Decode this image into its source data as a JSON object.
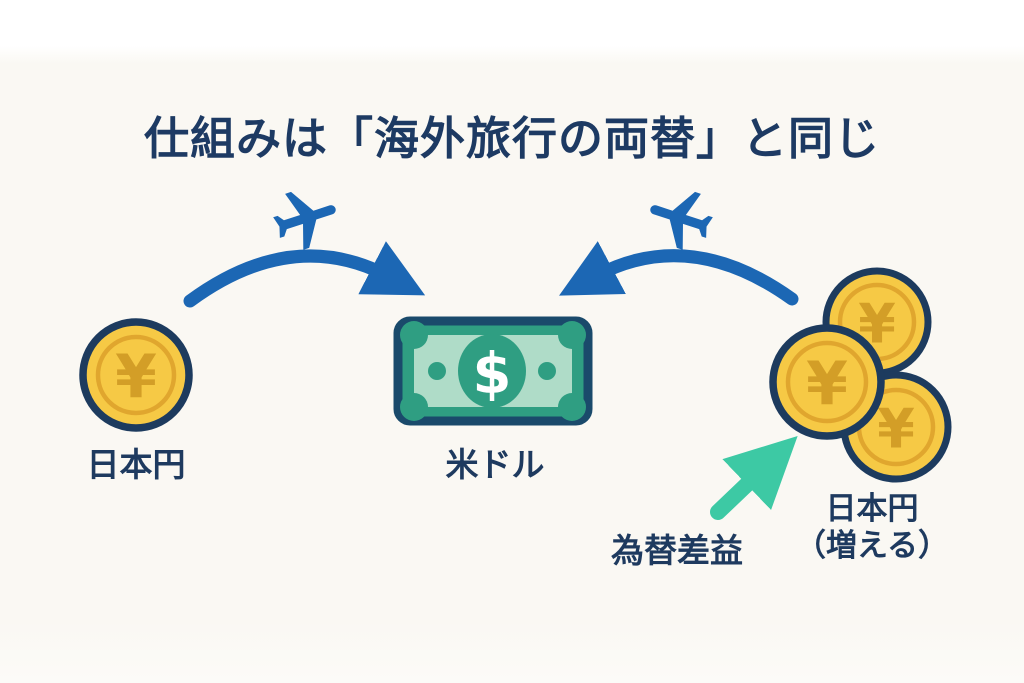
{
  "title": "仕組みは「海外旅行の両替」と同じ",
  "coin_left": {
    "symbol": "¥",
    "label": "日本円"
  },
  "bill": {
    "symbol": "$",
    "label": "米ドル"
  },
  "coins_right": {
    "symbol": "¥",
    "label_line1": "日本円",
    "label_line2": "（増える）"
  },
  "gain_arrow": {
    "label": "為替差益"
  },
  "icons": {
    "airplane_outbound": "airplane-right-icon",
    "airplane_return": "airplane-left-icon",
    "yen_coin": "yen-coin-icon",
    "yen_coin_stack": "yen-coin-stack-icon",
    "dollar_bill": "dollar-bill-icon",
    "gain_arrow": "up-right-arrow-icon",
    "exchange_arc_outbound": "curved-arrow-right-icon",
    "exchange_arc_return": "curved-arrow-left-icon"
  },
  "colors": {
    "navy_text": "#1d3a63",
    "arrow_blue": "#1c67b4",
    "teal_arrow": "#3dc9a4",
    "coin_gold": "#f6c945",
    "coin_gold_dark": "#d39e27",
    "coin_ring": "#e0a62e",
    "coin_border_navy": "#1d3b5e",
    "bill_green": "#2f9e82",
    "bill_green_light": "#afdcc8",
    "bill_border": "#1a4a6b",
    "background": "#faf8f3"
  }
}
